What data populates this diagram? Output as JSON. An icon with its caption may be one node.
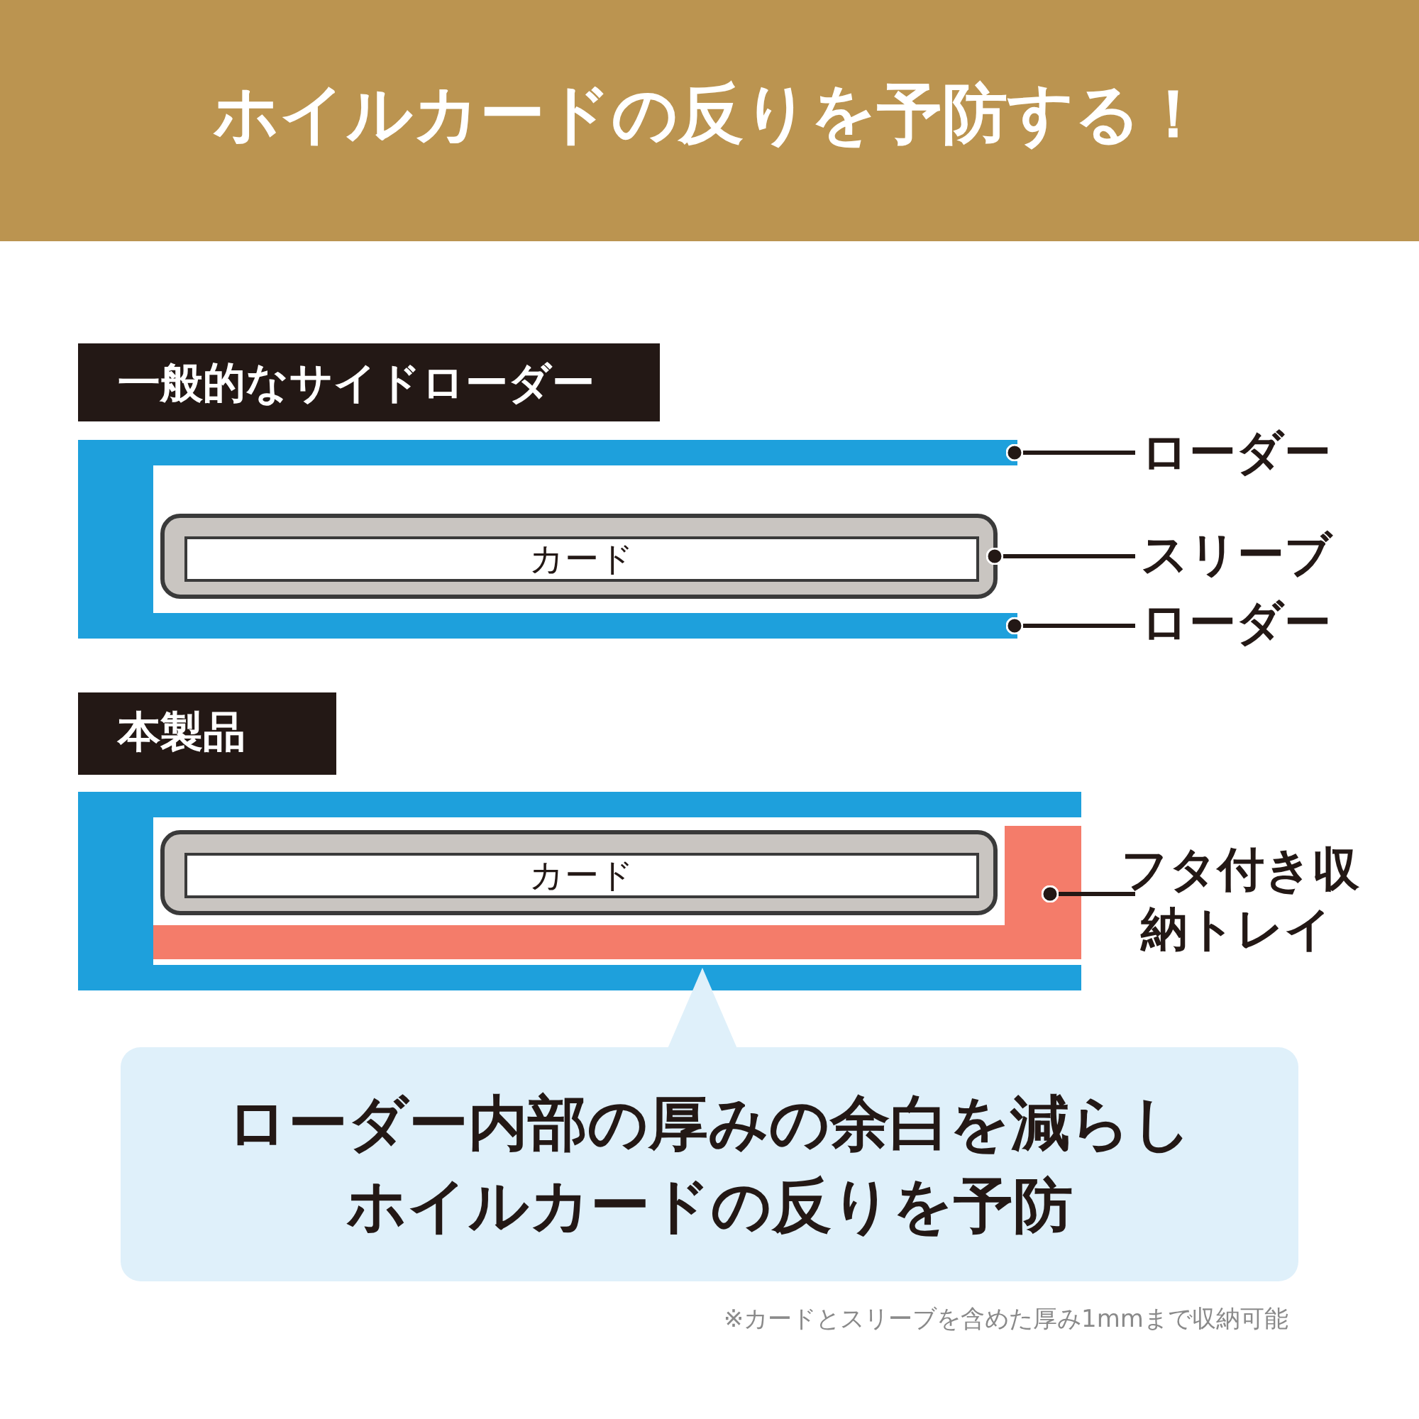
{
  "diagram": {
    "title": "ホイルカードの反りを予防する！",
    "nodes": [
      {
        "text": [
          "一般的なサイドローダー"
        ]
      },
      {
        "text": [],
        "shape": "box"
      },
      {
        "text": [],
        "shape": "box"
      },
      {
        "text": [
          "カード"
        ],
        "in": 2
      },
      {
        "text": [
          "ローダー"
        ]
      },
      {
        "text": [
          "スリーブ"
        ]
      },
      {
        "text": [
          "ローダー"
        ]
      },
      {
        "text": [
          "本製品"
        ]
      },
      {
        "text": [],
        "shape": "box"
      },
      {
        "text": [],
        "shape": "box"
      },
      {
        "text": [],
        "shape": "box"
      },
      {
        "text": [
          "カード"
        ],
        "in": 10
      },
      {
        "text": [
          "フタ付き収納トレイ"
        ]
      },
      {
        "text": [
          "ローダー内部の厚みの余白を減らしホイルカードの反りを予防"
        ]
      }
    ],
    "edges": [
      {
        "from": 4,
        "to": 1,
        "arrow": "other"
      },
      {
        "from": 5,
        "to": 2,
        "arrow": "other"
      },
      {
        "from": 6,
        "to": 1,
        "arrow": "other"
      },
      {
        "from": 12,
        "to": 9,
        "arrow": "other"
      }
    ],
    "labels": [
      "※カードとスリーブを含めた厚み1mmまで収納可能"
    ]
  }
}
